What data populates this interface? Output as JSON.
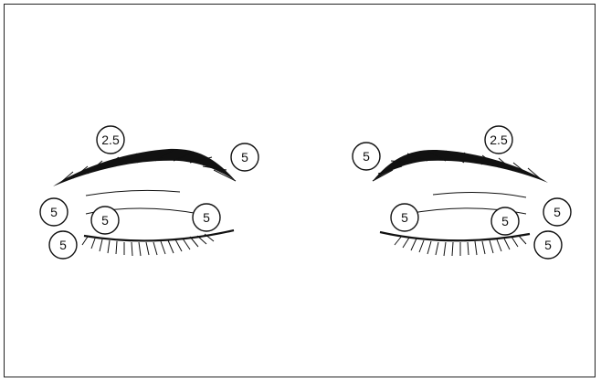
{
  "diagram": {
    "left_eye": {
      "labels": {
        "brow_center": "2.5",
        "brow_tail": "5",
        "outer_corner": "5",
        "upper_lid_outer": "5",
        "upper_lid_inner": "5",
        "lash_line": "5"
      }
    },
    "right_eye": {
      "labels": {
        "brow_tail": "5",
        "brow_center": "2.5",
        "upper_lid_inner": "5",
        "upper_lid_outer": "5",
        "outer_corner": "5",
        "lash_line": "5"
      }
    },
    "colors": {
      "ink": "#111111",
      "background": "#ffffff"
    }
  }
}
